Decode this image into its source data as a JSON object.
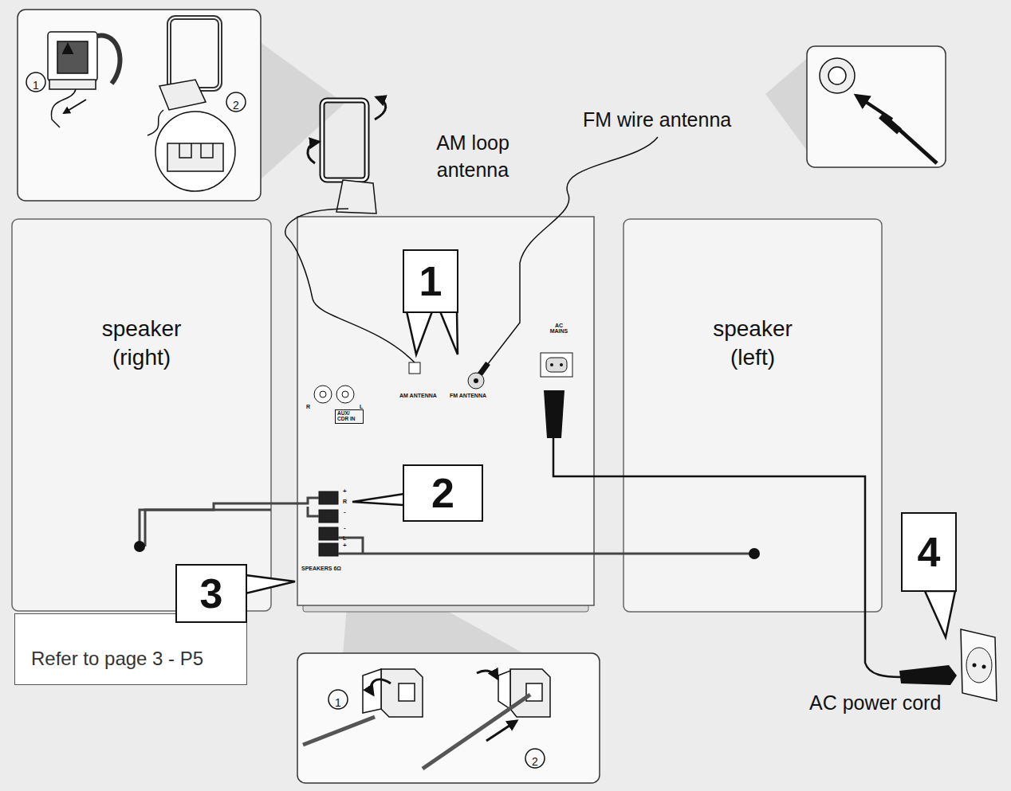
{
  "diagram": {
    "nodes": [
      {
        "text": [
          "speaker (right)"
        ]
      },
      {
        "text": [
          "AUX/ CDR IN",
          "AM ANTENNA",
          "FM ANTENNA",
          "AC MAINS",
          "SPEAKERS 6Ω"
        ]
      },
      {
        "text": [
          "1"
        ],
        "in": 1
      },
      {
        "text": [
          "2"
        ],
        "in": 1
      },
      {
        "text": [
          "speaker (left)"
        ]
      },
      {
        "text": [
          "3"
        ]
      },
      {
        "text": [
          "Refer to page 3 - P5"
        ]
      },
      {
        "text": [
          "4"
        ]
      }
    ],
    "edges": [
      {
        "from": 1,
        "to": 0,
        "arrow": "none"
      },
      {
        "from": 1,
        "to": 4,
        "arrow": "none"
      }
    ],
    "labels": [
      "AM loop antenna",
      "FM wire antenna",
      "AC power cord",
      "1",
      "2",
      "1",
      "2",
      "R",
      "L",
      "+",
      "R",
      "-",
      "-",
      "L",
      "+"
    ]
  }
}
